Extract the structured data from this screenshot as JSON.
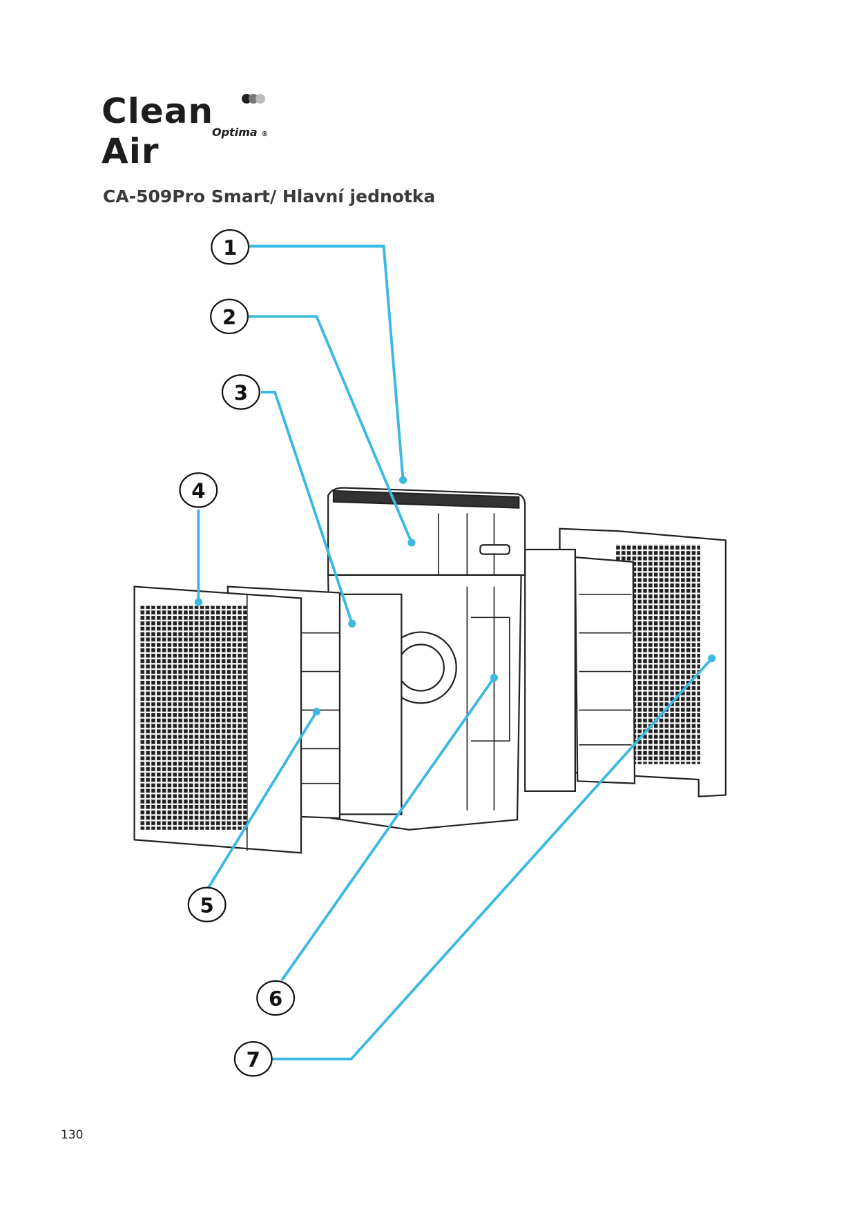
{
  "logo": {
    "brand": "Clean Air",
    "sub": "Optima",
    "registered": "®"
  },
  "title": "CA-509Pro Smart/ Hlavní jednotka",
  "callouts": [
    "1",
    "2",
    "3",
    "4",
    "5",
    "6",
    "7"
  ],
  "colors": {
    "callout_line": "#3cb9e2",
    "text": "#1d1d1d"
  },
  "page_number": "130"
}
